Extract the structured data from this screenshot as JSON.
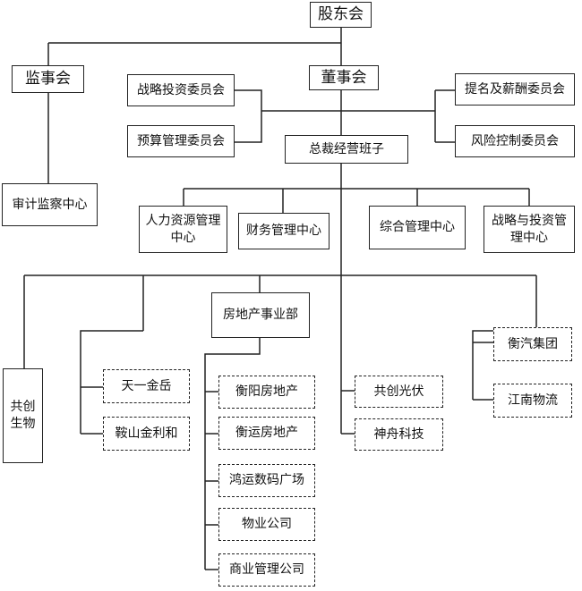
{
  "top": {
    "shareholders": "股东会"
  },
  "level2": {
    "supervisory_board": "监事会",
    "board_of_directors": "董事会"
  },
  "committees": {
    "strategy_investment": "战略投资委员会",
    "budget_management": "预算管理委员会",
    "nomination_compensation": "提名及薪酬委员会",
    "risk_control": "风险控制委员会"
  },
  "audit_center": "审计监察中心",
  "executive_team": "总裁经营班子",
  "centers": {
    "hr": "人力资源管理中心",
    "finance": "财务管理中心",
    "general": "综合管理中心",
    "strategy": "战略与投资管理中心"
  },
  "real_estate_dept": "房地产事业部",
  "gongchuang_bio": "共创生物",
  "subsidiaries": {
    "tianyi_jinyue": "天一金岳",
    "anshan_jinlihe": "鞍山金利和",
    "hengyang_realestate": "衡阳房地产",
    "hengyun_realestate": "衡运房地产",
    "hongyun_plaza": "鸿运数码广场",
    "property_company": "物业公司",
    "commercial_mgmt": "商业管理公司",
    "gongchuang_pv": "共创光伏",
    "shenzhou_tech": "神舟科技",
    "hengqi_group": "衡汽集团",
    "jiangnan_logistics": "江南物流"
  }
}
